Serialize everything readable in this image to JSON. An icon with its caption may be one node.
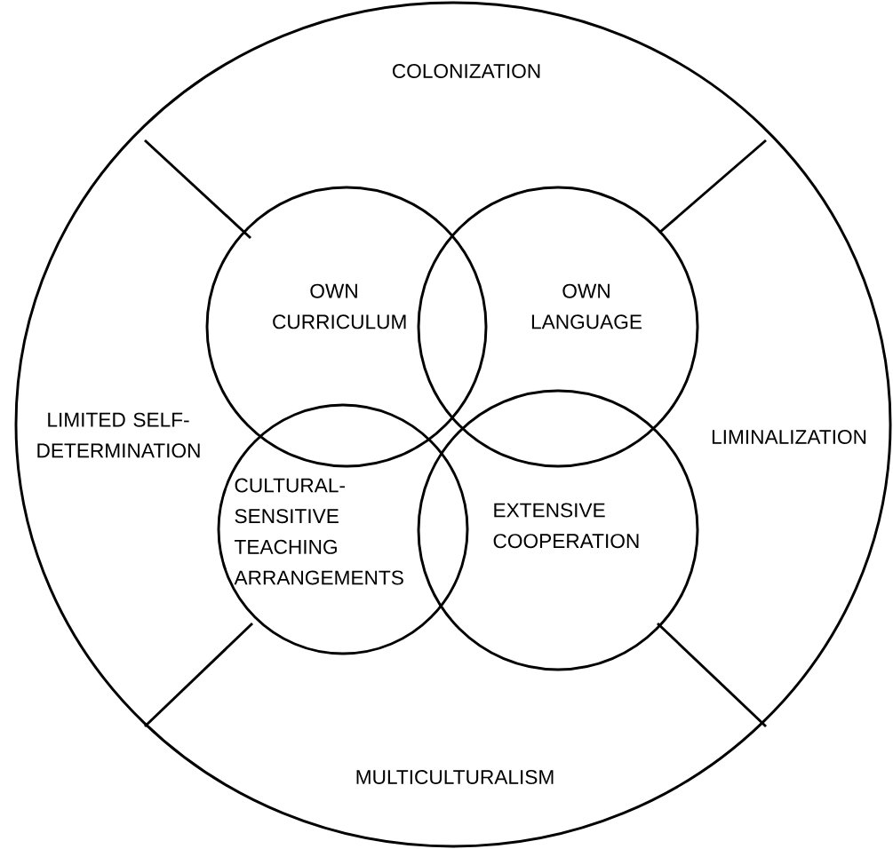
{
  "diagram": {
    "nodes": [
      {
        "text": [
          "COLONIZATION",
          "LIMITED SELF-DETERMINATION",
          "LIMINALIZATION",
          "MULTICULTURALISM"
        ]
      },
      {
        "text": [
          "OWN CURRICULUM"
        ],
        "in": 0
      },
      {
        "text": [
          "OWN LANGUAGE"
        ],
        "in": 0
      },
      {
        "text": [
          "CULTURAL-SENSITIVE TEACHING ARRANGEMENTS"
        ],
        "in": 0
      },
      {
        "text": [
          "EXTENSIVE COOPERATION"
        ],
        "in": 0
      }
    ]
  }
}
